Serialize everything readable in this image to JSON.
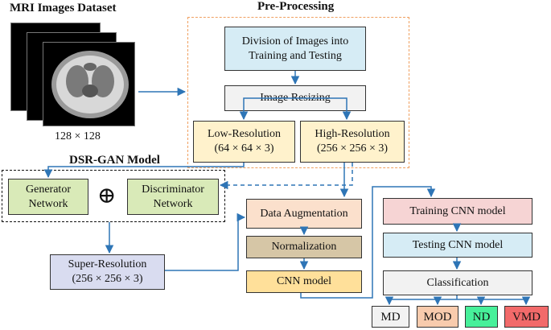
{
  "dataset": {
    "title": "MRI Images Dataset",
    "size_label": "128 × 128"
  },
  "preprocessing": {
    "title": "Pre-Processing",
    "division": "Division of Images into\nTraining and Testing",
    "resizing": "Image Resizing",
    "low_res": "Low-Resolution\n(64 × 64 × 3)",
    "high_res": "High-Resolution\n(256 × 256 × 3)"
  },
  "dsr_gan": {
    "title": "DSR-GAN Model",
    "generator": "Generator\nNetwork",
    "oplus": "⊕",
    "discriminator": "Discriminator\nNetwork"
  },
  "super_res": "Super-Resolution\n(256 × 256 × 3)",
  "pipeline": {
    "augmentation": "Data Augmentation",
    "normalization": "Normalization",
    "cnn_model": "CNN model"
  },
  "cnn": {
    "training": "Training CNN model",
    "testing": "Testing CNN model",
    "classification": "Classification"
  },
  "classes": [
    {
      "label": "MD",
      "color": "#f2f2f2"
    },
    {
      "label": "MOD",
      "color": "#f8cbad"
    },
    {
      "label": "ND",
      "color": "#47f09a"
    },
    {
      "label": "VMD",
      "color": "#f26a6a"
    }
  ],
  "colors": {
    "arrow": "#2e75b6",
    "division_fill": "#d6ecf5",
    "resizing_fill": "#f2f2f2",
    "resolution_fill": "#fff2cc",
    "gan_fill": "#d9eab8",
    "super_res_fill": "#d9dcf0",
    "augmentation_fill": "#fbe0cc",
    "normalization_fill": "#d6c6a6",
    "cnn_model_fill": "#ffe09a",
    "training_fill": "#f6d4d4",
    "testing_fill": "#d6ecf5",
    "classification_fill": "#f2f2f2",
    "preproc_border": "#f0a060"
  }
}
